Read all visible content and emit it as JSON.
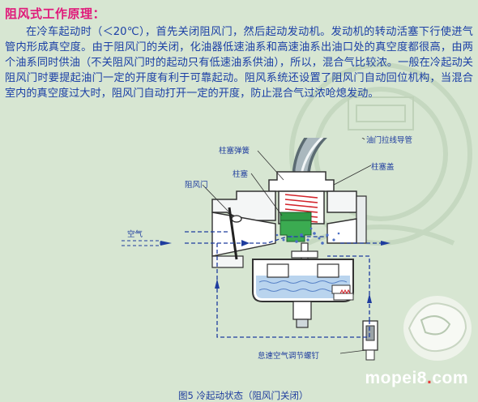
{
  "title": "阻风式工作原理：",
  "paragraph": "在冷车起动时（＜20℃），首先关闭阻风门，然后起动发动机。发动机的转动活塞下行使进气管内形成真空度。由于阻风门的关闭，化油器低速油系和高速油系出油口处的真空度都很高，由两个油系同时供油（不关阻风门时的起动只有低速油系供油），所以，混合气比较浓。一般在冷起动关阻风门时要提起油门一定的开度有利于可靠起动。阻风系统还设置了阻风门自动回位机构，当混合室内的真空度过大时，阻风门自动打开一定的开度，防止混合气过浓呛熄发动。",
  "labels": {
    "plunger_spring": "柱塞弹簧",
    "throttle_cable": "油门拉线导管",
    "plunger": "柱塞",
    "plunger_cap": "柱塞盖",
    "choke_valve": "阻风门",
    "air": "空气",
    "idle_air_screw": "怠速空气调节螺钉"
  },
  "caption": "图5 冷起动状态（阻风门关闭）",
  "watermark": {
    "main": "mopei8",
    "dot": ".",
    "tld": "com"
  },
  "colors": {
    "title": "#e0197a",
    "text": "#1b3fa6",
    "background": "#d7e6d2",
    "fuel": "#b9d4ee",
    "air_flow": "#1e3c9e"
  }
}
